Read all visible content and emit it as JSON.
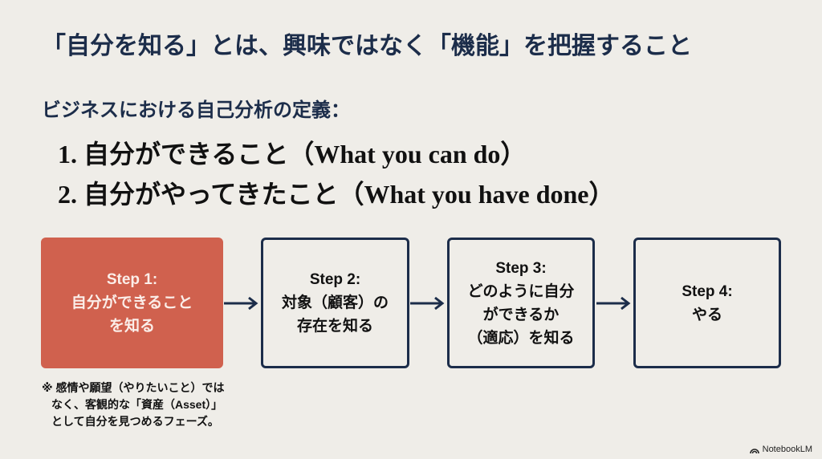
{
  "title": "「自分を知る」とは、興味ではなく「機能」を把握すること",
  "subtitle": "ビジネスにおける自己分析の定義：",
  "definitions": [
    "1. 自分ができること（What you can do）",
    "2. 自分がやってきたこと（What you have done）"
  ],
  "steps": [
    {
      "label": "Step 1:",
      "lines": [
        "自分ができること",
        "を知る"
      ]
    },
    {
      "label": "Step 2:",
      "lines": [
        "対象（顧客）の",
        "存在を知る"
      ]
    },
    {
      "label": "Step 3:",
      "lines": [
        "どのように自分",
        "ができるか",
        "（適応）を知る"
      ]
    },
    {
      "label": "Step 4:",
      "lines": [
        "やる"
      ]
    }
  ],
  "note": [
    "※ 感情や願望（やりたいこと）では",
    "なく、客観的な「資産（Asset）」",
    "として自分を見つめるフェーズ。"
  ],
  "brand": "NotebookLM",
  "colors": {
    "navy": "#1c2d4a",
    "accent": "#d0614e",
    "background": "#efede8"
  }
}
